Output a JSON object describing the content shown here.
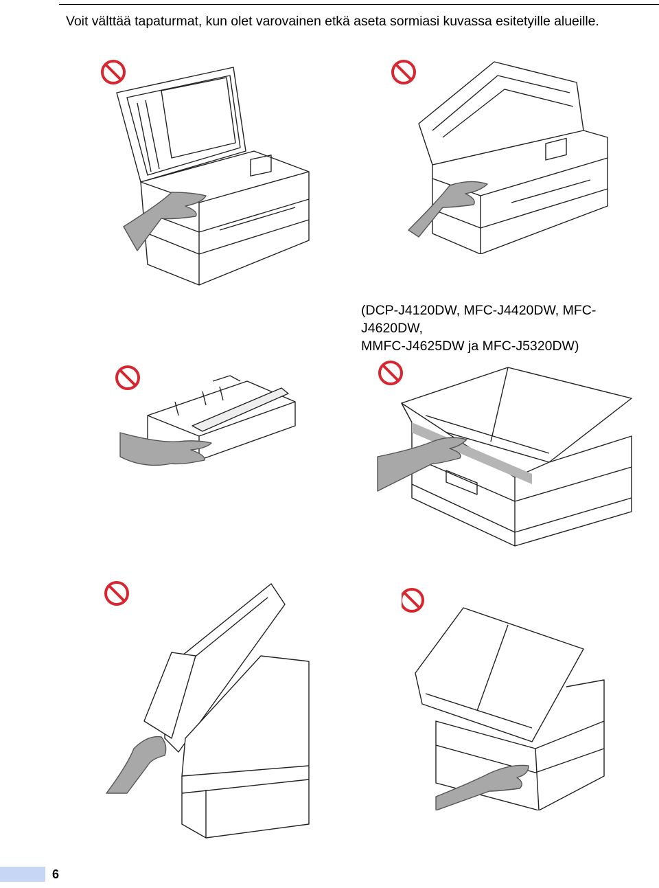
{
  "intro_text": "Voit välttää tapaturmat, kun olet varovainen etkä aseta sormiasi kuvassa esitetyille alueille.",
  "models_note": {
    "line1": "(DCP-J4120DW, MFC-J4420DW, MFC-J4620DW,",
    "line2": "MMFC-J4625DW ja MFC-J5320DW)"
  },
  "illustrations": [
    {
      "subject": "scanner-lid-open",
      "warning_icon": "no-entry-icon"
    },
    {
      "subject": "scanner-cover-raised",
      "warning_icon": "no-entry-icon"
    },
    {
      "subject": "paper-tray",
      "warning_icon": "no-entry-icon"
    },
    {
      "subject": "printer-front-lid",
      "warning_icon": "no-entry-icon"
    },
    {
      "subject": "scanner-lid-side",
      "warning_icon": "no-entry-icon"
    },
    {
      "subject": "scanner-cover-side",
      "warning_icon": "no-entry-icon"
    }
  ],
  "colors": {
    "prohibition": "#d7262f",
    "hand": "#a8a8a8",
    "highlight": "#b5b5b5",
    "footer_bar": "#c7d6f4"
  },
  "page_number": "6"
}
